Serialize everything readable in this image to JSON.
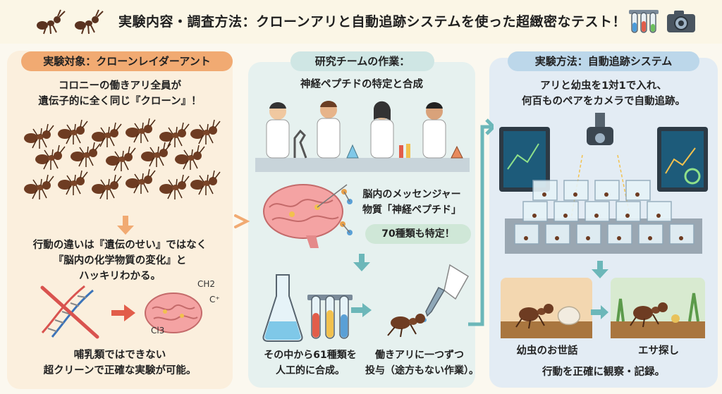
{
  "header": {
    "title": "実験内容・調査方法：クローンアリと自動追跡システムを使った超緻密なテスト！"
  },
  "panel_subject": {
    "heading": "実験対象：クローンレイダーアント",
    "intro_line1": "コロニーの働きアリ全員が",
    "intro_line2": "遺伝子的に全く同じ『クローン』！",
    "point_line1": "行動の違いは『遺伝のせい』ではなく",
    "point_line2": "『脳内の化学物質の変化』と",
    "point_line3": "ハッキリわかる。",
    "chem_ch2": "CH2",
    "chem_c": "C⁺",
    "chem_cl": "Cl3",
    "caption_line1": "哺乳類ではできない",
    "caption_line2": "超クリーンで正確な実験が可能。"
  },
  "panel_team": {
    "heading": "研究チームの作業：",
    "task": "神経ペプチドの特定と合成",
    "messenger_line1": "脳内のメッセンジャー",
    "messenger_line2": "物質「神経ペプチド」",
    "count_badge": "70種類も特定！",
    "synth_line1": "その中から61種類を",
    "synth_line2": "人工的に合成。",
    "dose_line1": "働きアリに一つずつ",
    "dose_line2": "投与（途方もない作業）。"
  },
  "panel_method": {
    "heading": "実験方法：自動追跡システム",
    "desc_line1": "アリと幼虫を1対1で入れ、",
    "desc_line2": "何百ものペアをカメラで自動追跡。",
    "label_care": "幼虫のお世話",
    "label_forage": "エサ探し",
    "caption": "行動を正確に観察・記録。"
  },
  "colors": {
    "orange": "#f1aa72",
    "teal": "#6cb7b9",
    "blue": "#bcd7ea"
  }
}
